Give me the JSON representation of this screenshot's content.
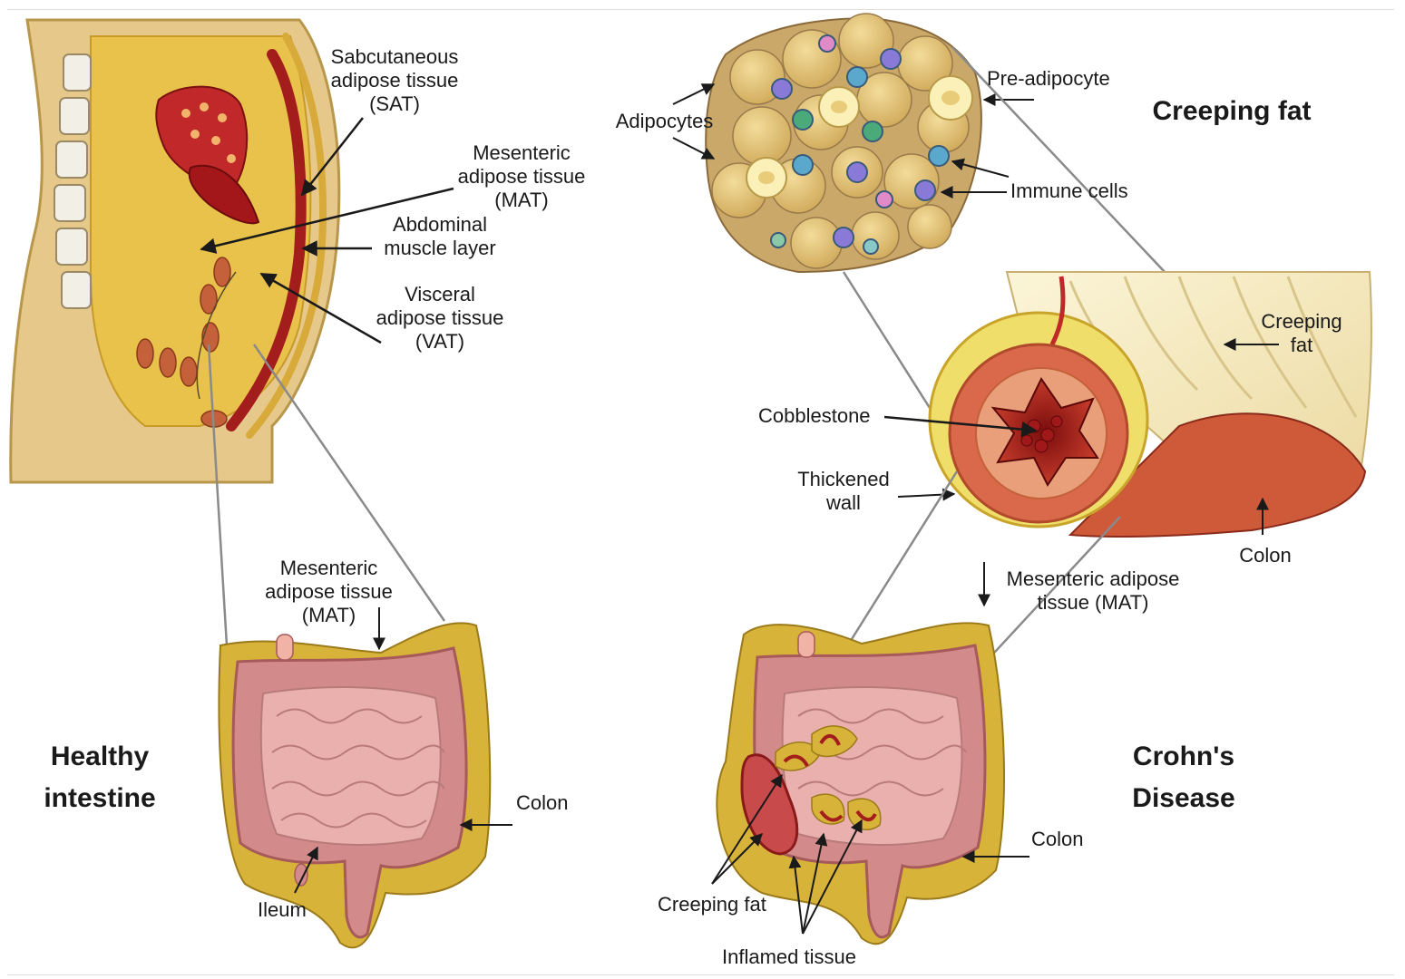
{
  "titles": {
    "creeping_fat": "Creeping fat",
    "healthy_intestine": "Healthy\nintestine",
    "crohns_disease": "Crohn's\nDisease"
  },
  "labels": {
    "sat": "Sabcutaneous\nadipose tissue\n(SAT)",
    "mat_top": "Mesenteric\nadipose tissue\n(MAT)",
    "muscle": "Abdominal\nmuscle layer",
    "vat": "Visceral\nadipose tissue\n(VAT)",
    "adipocytes": "Adipocytes",
    "pre_adipocyte": "Pre-adipocyte",
    "immune_cells": "Immune cells",
    "creeping_fat_colon": "Creeping\nfat",
    "cobblestone": "Cobblestone",
    "thickened_wall": "Thickened\nwall",
    "colon_cross": "Colon",
    "mat_healthy": "Mesenteric\nadipose tissue\n(MAT)",
    "colon_healthy": "Colon",
    "ileum": "Ileum",
    "mat_crohns": "Mesenteric adipose\ntissue (MAT)",
    "colon_crohns": "Colon",
    "creeping_fat_bottom": "Creeping fat",
    "inflamed_tissue": "Inflamed tissue"
  },
  "colors": {
    "fat": "#e3c97a",
    "fat_dark": "#c9a442",
    "fat_gold": "#b8860b",
    "bowel_pink": "#e8a3a0",
    "bowel_dark": "#b86b6b",
    "muscle_red": "#b22222",
    "line_gray": "#8a8a8a"
  }
}
